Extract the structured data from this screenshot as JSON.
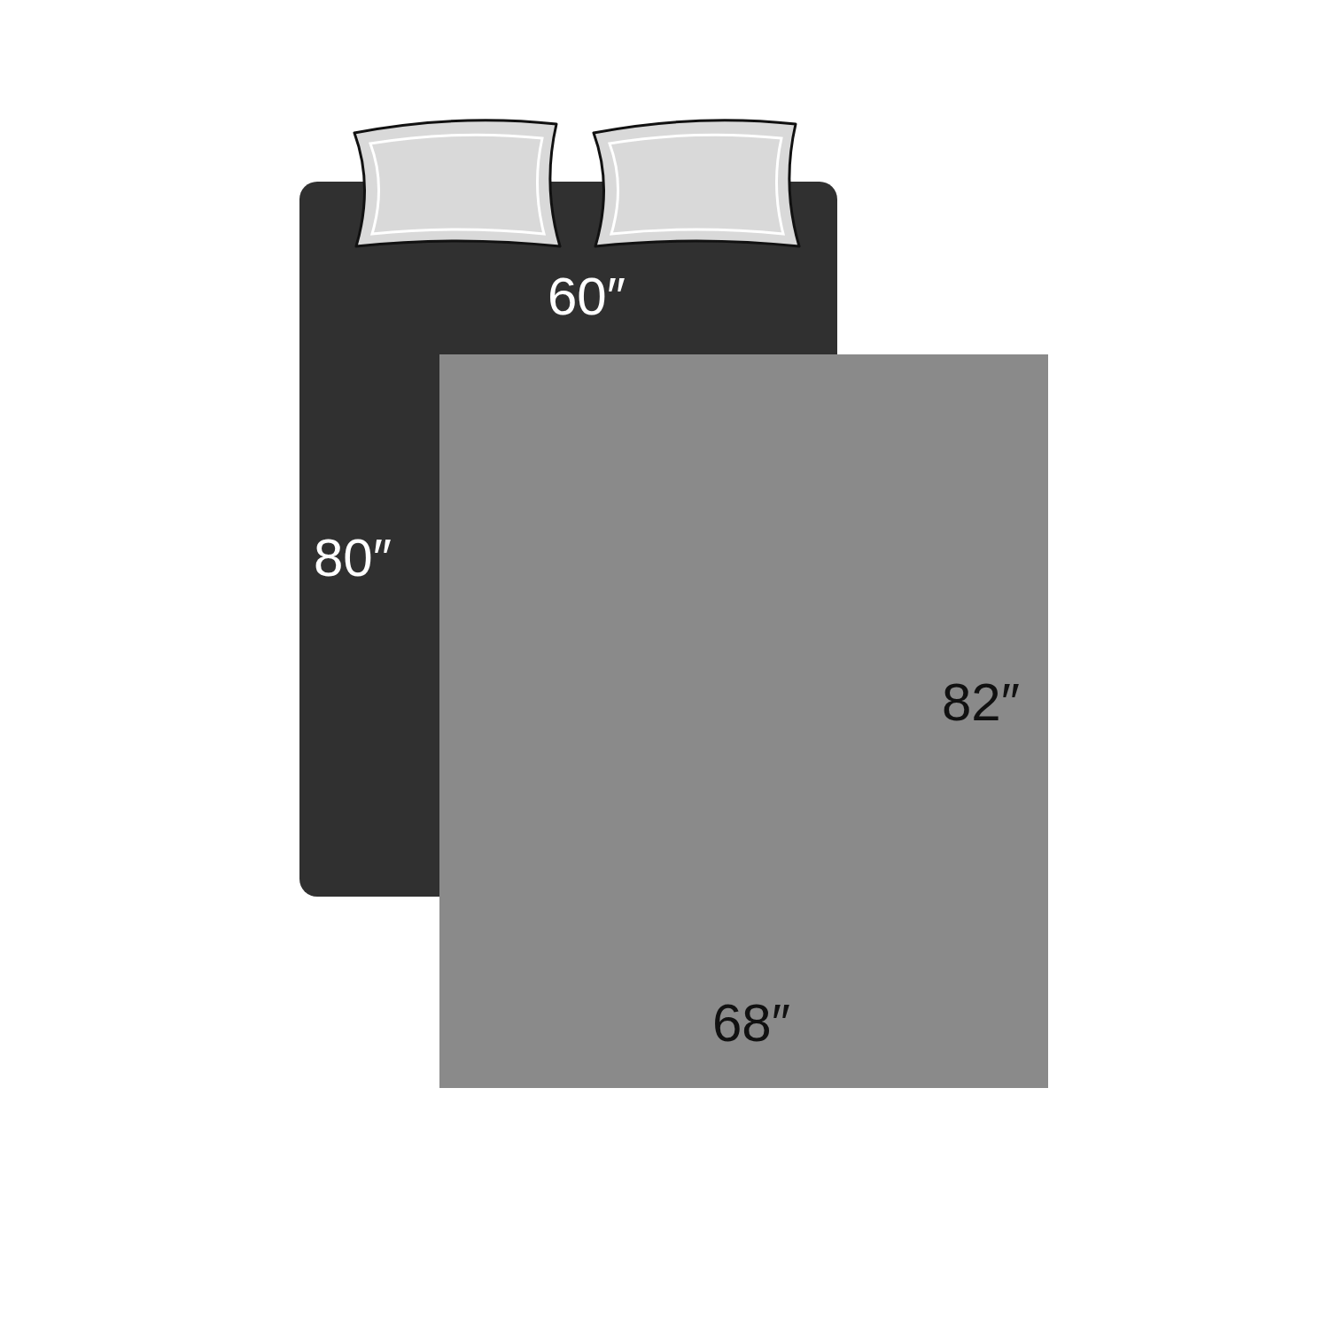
{
  "diagram": {
    "nodes": [
      {
        "text": [
          "60″",
          "80″"
        ]
      },
      {
        "text": [
          "82″",
          "68″"
        ]
      }
    ]
  }
}
